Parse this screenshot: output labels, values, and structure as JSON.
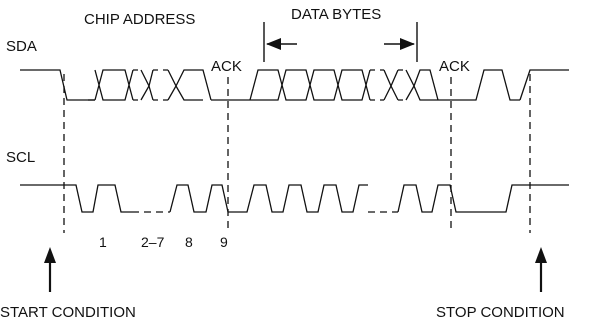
{
  "labels": {
    "sda": "SDA",
    "scl": "SCL",
    "chip_address": "CHIP ADDRESS",
    "data_bytes": "DATA BYTES",
    "ack_first": "ACK",
    "ack_second": "ACK",
    "start_condition": "START CONDITION",
    "stop_condition": "STOP CONDITION"
  },
  "clock_numbers": [
    "1",
    "2–7",
    "8",
    "9"
  ]
}
